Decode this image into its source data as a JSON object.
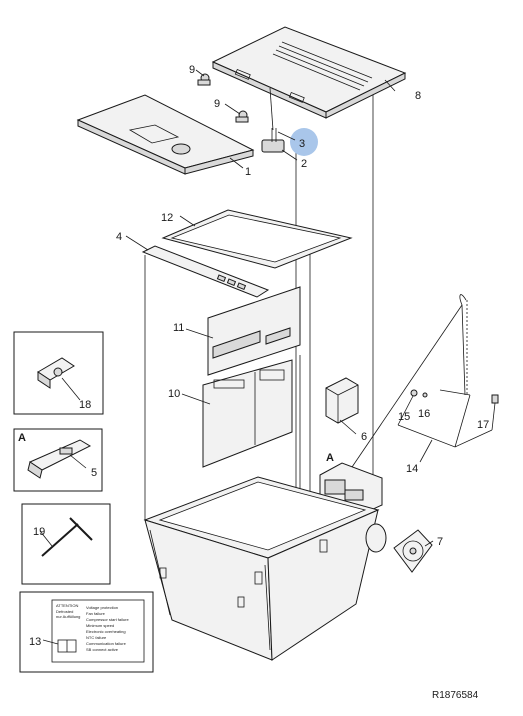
{
  "callouts": {
    "c1": "1",
    "c2": "2",
    "c3": "3",
    "c4": "4",
    "c5": "5",
    "c6": "6",
    "c7": "7",
    "c8": "8",
    "c9a": "9",
    "c9b": "9",
    "c10": "10",
    "c11": "11",
    "c12": "12",
    "c13": "13",
    "c14": "14",
    "c15": "15",
    "c16": "16",
    "c17": "17",
    "c18": "18",
    "c19": "19"
  },
  "inset_a_label": "A",
  "component_a_label": "A",
  "reference_code": "R1876584",
  "highlight_color": "#a9c6ea",
  "label_card": {
    "header": "ATTENTION",
    "sub1": "Defrosted",
    "sub2": "nur Auffüllung",
    "lines": [
      "Voltage protection",
      "Fan failure",
      "Compressor start failure",
      "Minimum speed",
      "Electronic overheating",
      "NTC failure",
      "Communication failure",
      "SB connect active"
    ]
  }
}
